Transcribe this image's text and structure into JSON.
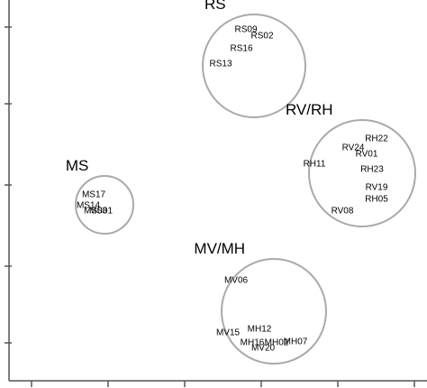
{
  "chart_data": {
    "type": "scatter",
    "title": "",
    "xlabel": "",
    "ylabel": "",
    "xlim": [
      0,
      474
    ],
    "ylim": [
      0,
      430
    ],
    "x_ticks": [
      35,
      120,
      205,
      290,
      375,
      460
    ],
    "y_ticks": [
      50,
      135,
      225,
      315,
      400
    ],
    "grid": false,
    "clusters": [
      {
        "name": "RS",
        "center": [
          282,
          357
        ],
        "radius": 57
      },
      {
        "name": "RV/RH",
        "center": [
          402,
          238
        ],
        "radius": 59
      },
      {
        "name": "MS",
        "center": [
          116,
          203
        ],
        "radius": 32
      },
      {
        "name": "MV/MH",
        "center": [
          304,
          85
        ],
        "radius": 58
      }
    ],
    "points": [
      {
        "label": "RS09",
        "x": 273,
        "y": 397
      },
      {
        "label": "RS02",
        "x": 291,
        "y": 390
      },
      {
        "label": "RS16",
        "x": 268,
        "y": 376
      },
      {
        "label": "RS13",
        "x": 245,
        "y": 359
      },
      {
        "label": "RH22",
        "x": 418,
        "y": 276
      },
      {
        "label": "RV24",
        "x": 392,
        "y": 266
      },
      {
        "label": "RV01",
        "x": 407,
        "y": 259
      },
      {
        "label": "RH11",
        "x": 349,
        "y": 248
      },
      {
        "label": "RH23",
        "x": 413,
        "y": 242
      },
      {
        "label": "RV19",
        "x": 418,
        "y": 222
      },
      {
        "label": "RH05",
        "x": 418,
        "y": 209
      },
      {
        "label": "RV08",
        "x": 380,
        "y": 196
      },
      {
        "label": "MS17",
        "x": 104,
        "y": 214
      },
      {
        "label": "MS14",
        "x": 98,
        "y": 202
      },
      {
        "label": "MS03",
        "x": 106,
        "y": 196
      },
      {
        "label": "MS01",
        "x": 112,
        "y": 196
      },
      {
        "label": "MV06",
        "x": 262,
        "y": 119
      },
      {
        "label": "MH12",
        "x": 288,
        "y": 65
      },
      {
        "label": "MV15",
        "x": 253,
        "y": 61
      },
      {
        "label": "MH07",
        "x": 328,
        "y": 51
      },
      {
        "label": "MH16",
        "x": 280,
        "y": 50
      },
      {
        "label": "MV20",
        "x": 292,
        "y": 44
      },
      {
        "label": "MH02",
        "x": 307,
        "y": 50
      }
    ]
  }
}
